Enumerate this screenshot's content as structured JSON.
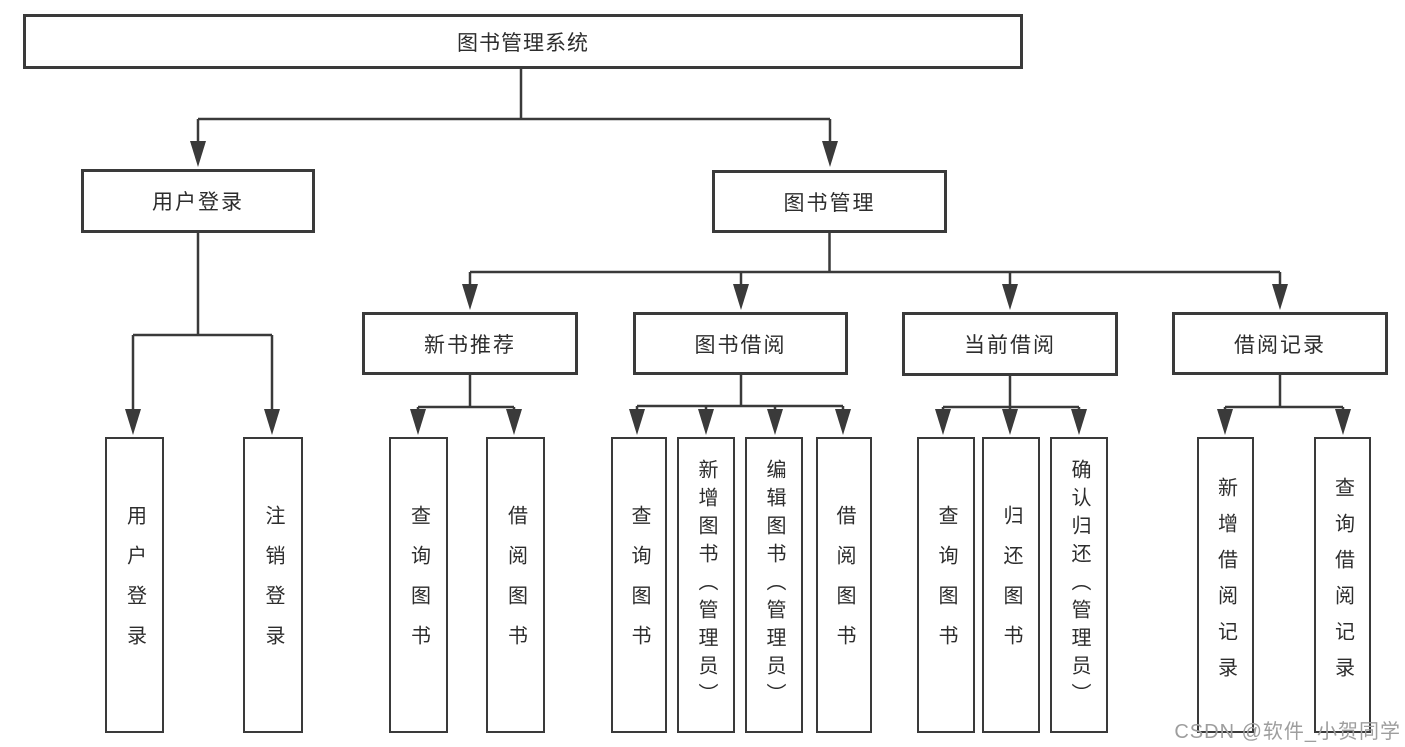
{
  "diagram": {
    "root": {
      "label": "图书管理系统"
    },
    "level2": [
      {
        "label": "用户登录"
      },
      {
        "label": "图书管理"
      }
    ],
    "level3": [
      {
        "label": "新书推荐"
      },
      {
        "label": "图书借阅"
      },
      {
        "label": "当前借阅"
      },
      {
        "label": "借阅记录"
      }
    ],
    "leaves": [
      {
        "label": "用户登录"
      },
      {
        "label": "注销登录"
      },
      {
        "label": "查询图书"
      },
      {
        "label": "借阅图书"
      },
      {
        "label": "查询图书"
      },
      {
        "label": "新增图书（管理员）"
      },
      {
        "label": "编辑图书（管理员）"
      },
      {
        "label": "借阅图书"
      },
      {
        "label": "查询图书"
      },
      {
        "label": "归还图书"
      },
      {
        "label": "确认归还（管理员）"
      },
      {
        "label": "新增借阅记录"
      },
      {
        "label": "查询借阅记录"
      }
    ]
  },
  "watermark": {
    "text": "CSDN @软件_小贺同学"
  },
  "colors": {
    "line": "#3a3a3a",
    "text": "#2d2d2d",
    "background": "#ffffff",
    "watermark": "#9e9e9e"
  }
}
